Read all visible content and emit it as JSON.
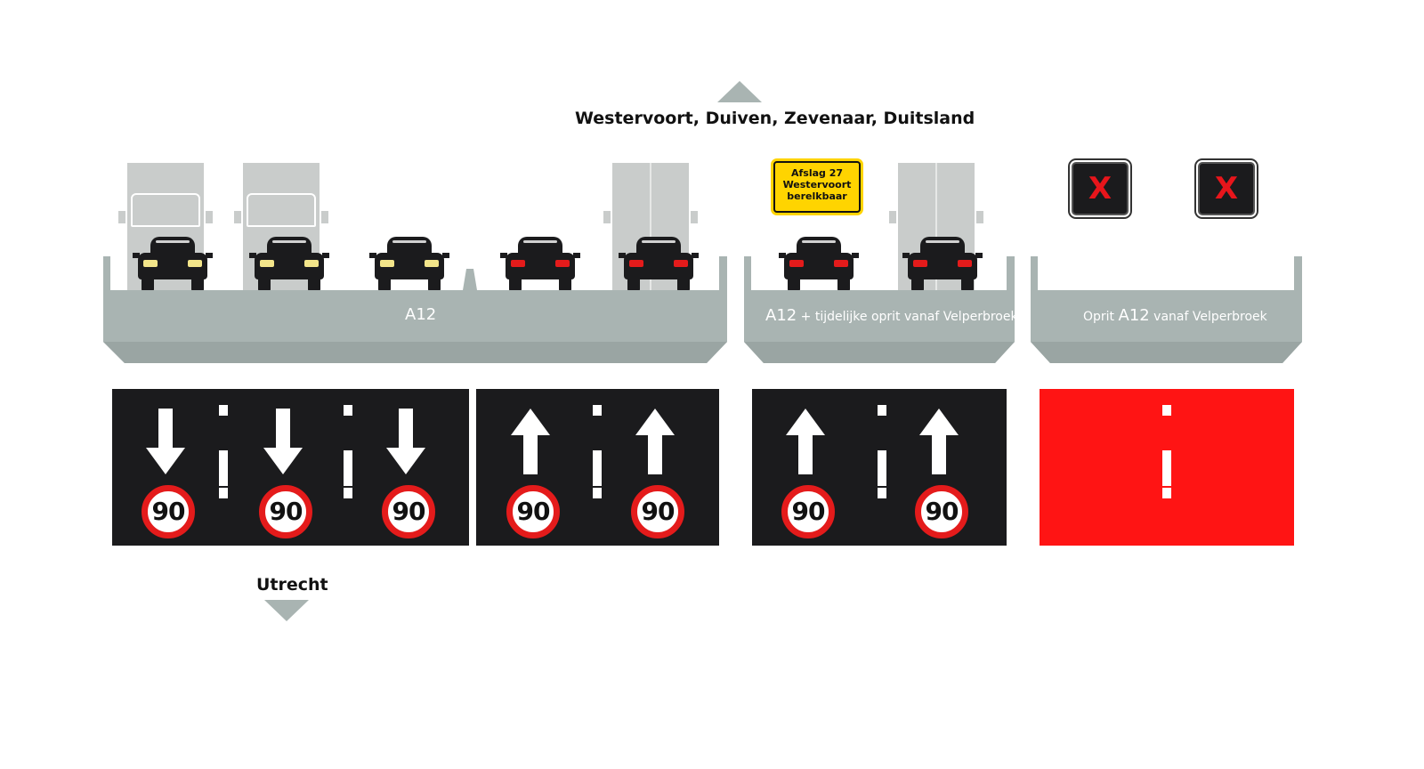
{
  "directions": {
    "north": {
      "label": "Westervoort, Duiven, Zevenaar, Duitsland",
      "arrow_icon": "triangle-up"
    },
    "south": {
      "label": "Utrecht",
      "arrow_icon": "triangle-down"
    }
  },
  "carriageways": [
    {
      "name": "A12"
    },
    {
      "name": "A12",
      "suffix": "+ tijdelijke oprit vanaf Velperbroek"
    },
    {
      "prefix": "Oprit",
      "name": "A12",
      "suffix": "vanaf Velperbroek"
    }
  ],
  "overhead_sign": {
    "line1": "Afslag 27",
    "line2": "Westervoort",
    "line3": "berelkbaar"
  },
  "lane_signals": {
    "closed_symbol": "X"
  },
  "lanes": [
    {
      "direction": "down",
      "speed": "90"
    },
    {
      "direction": "down",
      "speed": "90"
    },
    {
      "direction": "down",
      "speed": "90"
    },
    {
      "direction": "up",
      "speed": "90"
    },
    {
      "direction": "up",
      "speed": "90"
    },
    {
      "direction": "up",
      "speed": "90"
    },
    {
      "direction": "up",
      "speed": "90"
    },
    {
      "direction": "closed"
    },
    {
      "direction": "closed"
    }
  ],
  "colors": {
    "deck": "#a9b4b2",
    "lane_open": "#1b1b1d",
    "lane_closed": "#ff1414",
    "speed_ring": "#e41b1b",
    "headlight": "#f3e58a",
    "taillight": "#e41b1b",
    "sign_yellow": "#ffd400"
  }
}
